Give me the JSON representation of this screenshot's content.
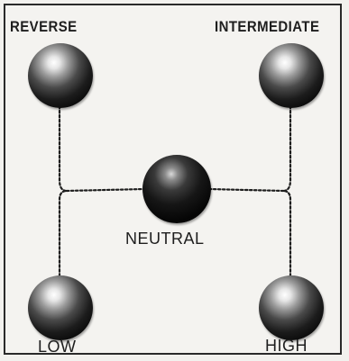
{
  "gears": {
    "reverse": "REVERSE",
    "intermediate": "INTERMEDIATE",
    "neutral": "NEUTRAL",
    "low": "LOW",
    "high": "HIGH"
  },
  "colors": {
    "background": "#f2f1ee",
    "frame": "#2a2a2a",
    "path": "#1e1e1e",
    "text": "#1e1e1e"
  }
}
